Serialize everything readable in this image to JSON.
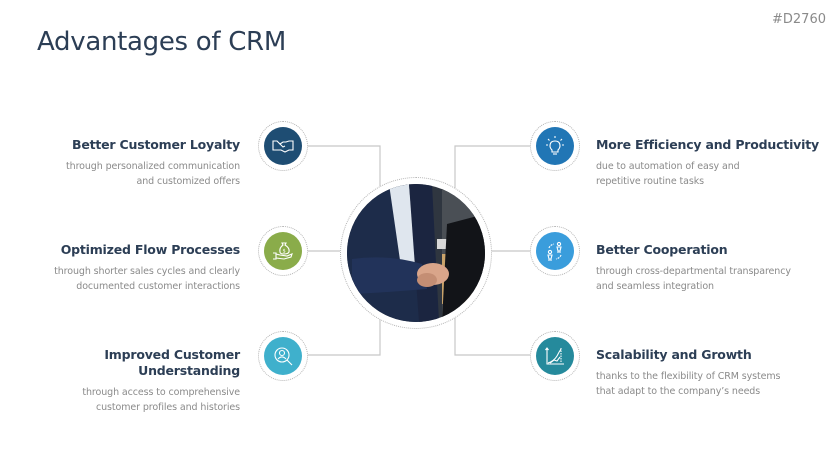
{
  "slide": {
    "title": "Advantages of CRM",
    "code": "#D2760"
  },
  "center": {
    "image": "business-handshake-photo"
  },
  "colors": {
    "navy": "#1e4d73",
    "green": "#8aac4a",
    "cyan": "#3fb0cc",
    "blue": "#2176b5",
    "sky": "#3a9ddc",
    "teal": "#258a9c",
    "title": "#2c3e55",
    "body": "#8a8a8a"
  },
  "items": [
    {
      "title": "Better Customer Loyalty",
      "desc1": "through personalized communication",
      "desc2": "and customized offers",
      "icon": "handshake-icon"
    },
    {
      "title": "Optimized Flow Processes",
      "desc1": "through shorter sales cycles and clearly",
      "desc2": "documented customer interactions",
      "icon": "money-bag-hand-icon"
    },
    {
      "title1": "Improved Customer",
      "title2": "Understanding",
      "desc1": "through access to comprehensive",
      "desc2": "customer profiles and histories",
      "icon": "user-search-icon"
    },
    {
      "title": "More Efficiency and Productivity",
      "desc1": "due to automation of easy and",
      "desc2": "repetitive routine tasks",
      "icon": "lightbulb-icon"
    },
    {
      "title": "Better Cooperation",
      "desc1": "through cross-departmental transparency",
      "desc2": "and seamless integration",
      "icon": "people-exchange-icon"
    },
    {
      "title": "Scalability and Growth",
      "desc1": "thanks to the flexibility of CRM systems",
      "desc2": "that adapt to the company’s needs",
      "icon": "growth-chart-icon"
    }
  ]
}
